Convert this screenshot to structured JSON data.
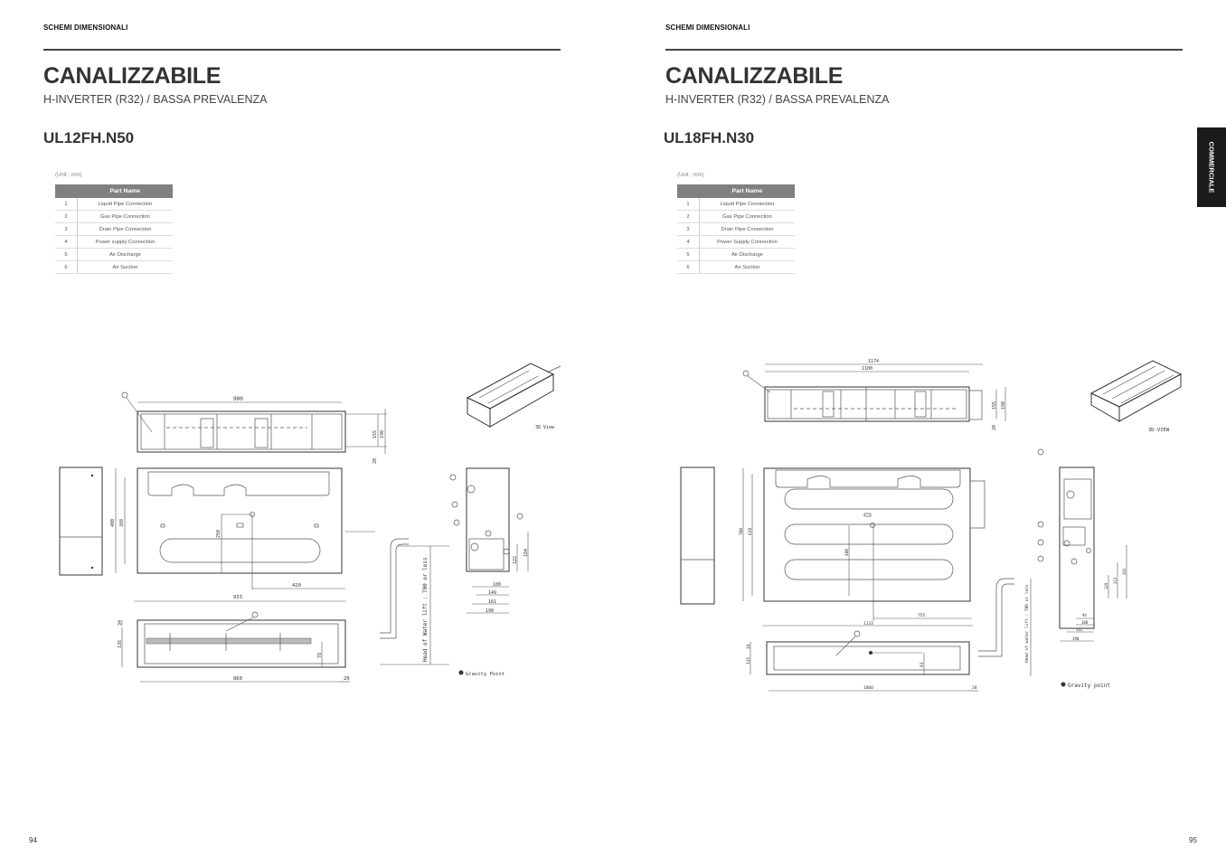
{
  "left_page": {
    "section": "SCHEMI DIMENSIONALI",
    "title": "CANALIZZABILE",
    "subtitle": "H-INVERTER (R32) / BASSA PREVALENZA",
    "model": "UL12FH.N50",
    "unit": "(Unit : mm)",
    "table_header": "Part Name",
    "parts": [
      {
        "no": "1",
        "name": "Liquid Pipe Connection"
      },
      {
        "no": "2",
        "name": "Gas Pipe Connection"
      },
      {
        "no": "3",
        "name": "Drain Pipe Connection"
      },
      {
        "no": "4",
        "name": "Power supply Connection"
      },
      {
        "no": "5",
        "name": "Air Discharge"
      },
      {
        "no": "6",
        "name": "Air Suction"
      }
    ],
    "drawing": {
      "dims": {
        "d900": "900",
        "d155": "155",
        "d190": "190",
        "d20a": "20",
        "d400": "400",
        "d388": "388",
        "d250": "250",
        "d420": "420",
        "d933": "933",
        "d34": "34",
        "d135": "135",
        "d78": "78",
        "d860": "860",
        "d20b": "20",
        "d100": "100",
        "d149": "149",
        "d161": "161",
        "d190b": "190",
        "d122": "122",
        "d184": "184"
      },
      "head_label": "Head of Water lift : 700 or less",
      "view3d": "3D View",
      "gravity": "Gravity Point"
    },
    "page_number": "94"
  },
  "right_page": {
    "section": "SCHEMI DIMENSIONALI",
    "title": "CANALIZZABILE",
    "subtitle": "H-INVERTER (R32) / BASSA PREVALENZA",
    "model": "UL18FH.N30",
    "unit": "(Unit : mm)",
    "table_header": "Part Name",
    "parts": [
      {
        "no": "1",
        "name": "Liquid Pipe Connection"
      },
      {
        "no": "2",
        "name": "Gas Pipe Connection"
      },
      {
        "no": "3",
        "name": "Drain Pipe Connection"
      },
      {
        "no": "4",
        "name": "Power Supply Connection"
      },
      {
        "no": "5",
        "name": "Air Discharge"
      },
      {
        "no": "6",
        "name": "Air Suction"
      }
    ],
    "drawing": {
      "dims": {
        "d1174": "1174",
        "d1100": "1100",
        "d155": "155",
        "d190": "190",
        "d20a": "20",
        "d700": "700",
        "d628": "628",
        "d480": "480",
        "d755": "755",
        "d1133": "1133",
        "d34": "34",
        "d135": "135",
        "d81": "81",
        "d1060": "1060",
        "d20b": "20",
        "d94": "94",
        "d100": "100",
        "d142": "142",
        "d190b": "190",
        "d129": "129",
        "d213": "213",
        "d292": "292"
      },
      "head_label": "Head of water lift : 700 or less",
      "view3d": "3D-VIEW",
      "gravity": "Gravity point"
    },
    "side_tab": "COMMERCIALE",
    "page_number": "95"
  }
}
